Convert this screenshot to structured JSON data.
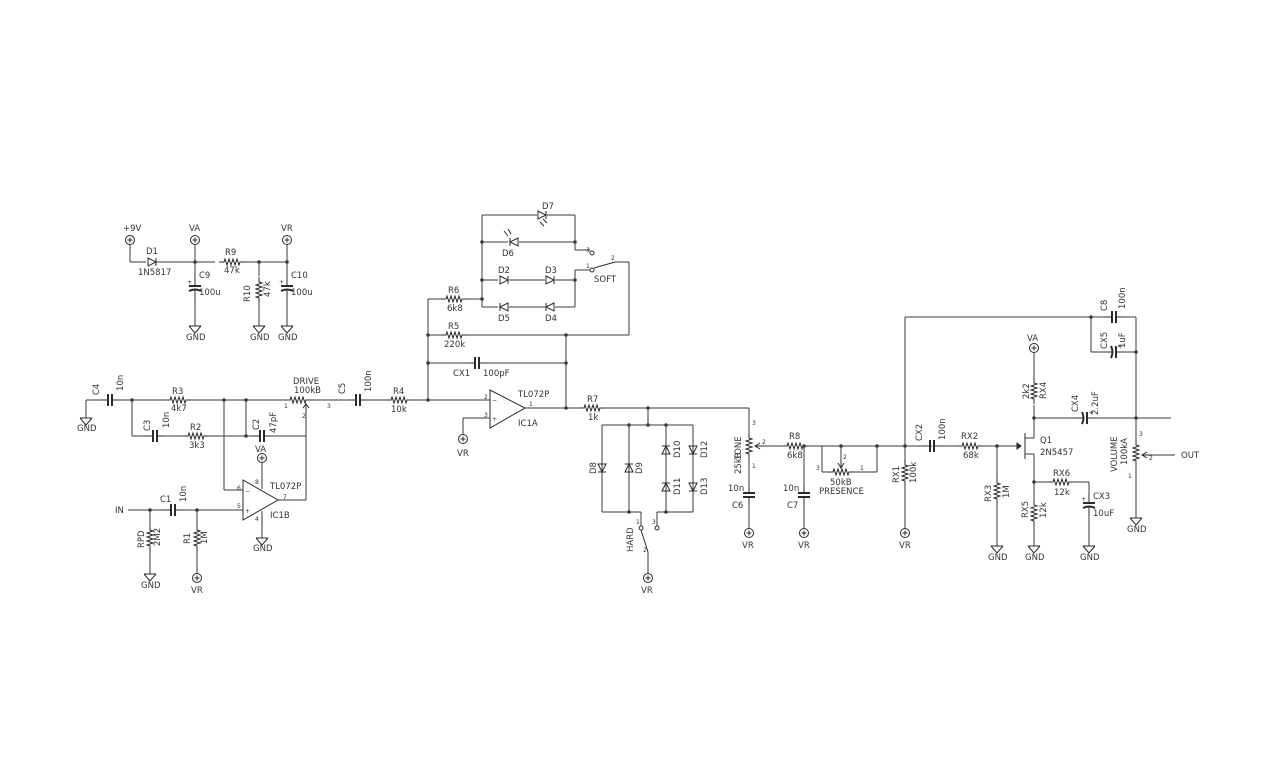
{
  "labels": {
    "p9v": "+9V",
    "d1": "D1",
    "d1v": "1N5817",
    "va_top": "VA",
    "vr_top": "VR",
    "r9": "R9",
    "r9v": "47k",
    "c9": "C9",
    "c9v": "100u",
    "r10": "R10",
    "r10v": "47k",
    "c10": "C10",
    "c10v": "100u",
    "gnd1": "GND",
    "gnd2": "GND",
    "gnd3": "GND",
    "c4": "C4",
    "c4v": "10n",
    "gnd_c4": "GND",
    "r3": "R3",
    "r3v": "4k7",
    "c3": "C3",
    "c3v": "10n",
    "r2": "R2",
    "r2v": "3k3",
    "c2": "C2",
    "c2v": "47pF",
    "drive": "DRIVE",
    "drivev": "100kB",
    "va_ic1b": "VA",
    "ic1b_part": "TL072P",
    "ic1b": "IC1B",
    "gnd_ic1b": "GND",
    "in": "IN",
    "c1": "C1",
    "c1v": "10n",
    "rpd": "RPD",
    "rpdv": "2M2",
    "gnd_rpd": "GND",
    "r1": "R1",
    "r1v": "1M",
    "vr_r1": "VR",
    "c5": "C5",
    "c5v": "100n",
    "r4": "R4",
    "r4v": "10k",
    "d7": "D7",
    "d6": "D6",
    "d2": "D2",
    "d3": "D3",
    "d5": "D5",
    "d4": "D4",
    "r6": "R6",
    "r6v": "6k8",
    "r5": "R5",
    "r5v": "220k",
    "soft": "SOFT",
    "cx1": "CX1",
    "cx1v": "100pF",
    "ic1a_part": "TL072P",
    "ic1a": "IC1A",
    "vr_ic1a": "VR",
    "r7": "R7",
    "r7v": "1k",
    "d8": "D8",
    "d9": "D9",
    "d10": "D10",
    "d11": "D11",
    "d12": "D12",
    "d13": "D13",
    "hard": "HARD",
    "vr_hard": "VR",
    "tone": "TONE",
    "tonev": "25kB",
    "c6": "C6",
    "c6v": "10n",
    "vr_c6": "VR",
    "r8": "R8",
    "r8v": "6k8",
    "c7": "C7",
    "c7v": "10n",
    "vr_c7": "VR",
    "presv": "50kB",
    "pres": "PRESENCE",
    "rx1": "RX1",
    "rx1v": "100k",
    "vr_rx1": "VR",
    "cx2": "CX2",
    "cx2v": "100n",
    "rx2": "RX2",
    "rx2v": "68k",
    "rx3": "RX3",
    "rx3v": "1M",
    "gnd_rx3": "GND",
    "va_rx4": "VA",
    "rx4": "RX4",
    "rx4v": "2k2",
    "q1": "Q1",
    "q1v": "2N5457",
    "rx5": "RX5",
    "rx5v": "12k",
    "gnd_rx5": "GND",
    "rx6": "RX6",
    "rx6v": "12k",
    "cx3": "CX3",
    "cx3v": "10uF",
    "gnd_cx3": "GND",
    "cx4": "CX4",
    "cx4v": "2.2uF",
    "cx5": "CX5",
    "cx5v": "1uF",
    "c8": "C8",
    "c8v": "100n",
    "volume": "VOLUME",
    "volumev": "100kA",
    "gnd_vol": "GND",
    "out": "OUT"
  }
}
